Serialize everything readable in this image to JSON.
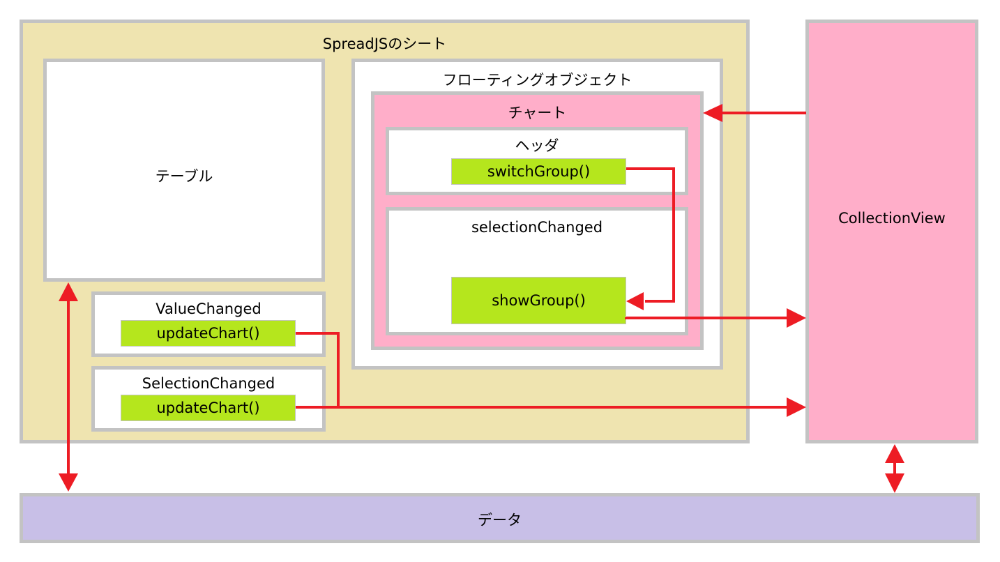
{
  "colors": {
    "sheet_bg": "#efe4b0",
    "chart_bg": "#ffaec9",
    "collection_bg": "#ffaec9",
    "data_bg": "#c8bfe7",
    "function_bg": "#b5e61d",
    "border": "#c3c3c3",
    "arrow": "#ed1c24"
  },
  "sheet": {
    "title": "SpreadJSのシート"
  },
  "table": {
    "label": "テーブル"
  },
  "value_changed": {
    "title": "ValueChanged",
    "function": "updateChart()"
  },
  "selection_changed_sheet": {
    "title": "SelectionChanged",
    "function": "updateChart()"
  },
  "floating": {
    "title": "フローティングオブジェクト",
    "chart": {
      "title": "チャート",
      "header": {
        "title": "ヘッダ",
        "function": "switchGroup()"
      },
      "selection": {
        "title": "selectionChanged",
        "function": "showGroup()"
      }
    }
  },
  "collection_view": {
    "label": "CollectionView"
  },
  "data_store": {
    "label": "データ"
  }
}
